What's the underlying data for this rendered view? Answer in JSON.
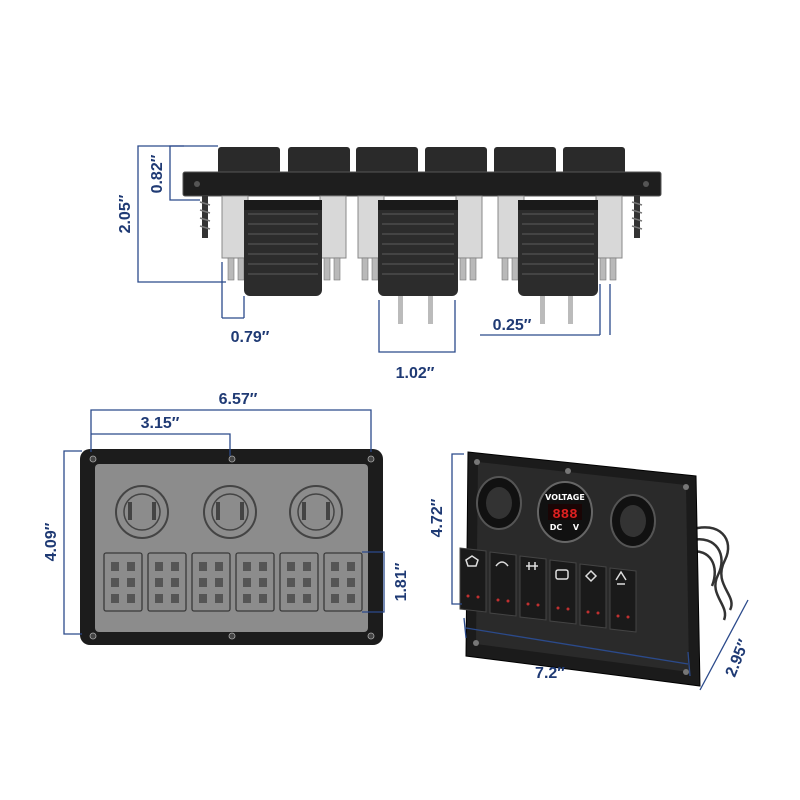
{
  "colors": {
    "dimension": "#1f3a74",
    "panel_dark": "#1a1a1a",
    "panel_face": "#8c8c8c",
    "voltmeter_digits": "#e02020"
  },
  "top_view": {
    "height_overall": "2.05″",
    "switch_height": "0.82″",
    "socket_offset": "0.79″",
    "socket_width": "1.02″",
    "terminal_depth": "0.25″"
  },
  "front_view": {
    "width": "6.57″",
    "half_width": "3.15″",
    "height": "4.09″",
    "switch_height": "1.81″"
  },
  "perspective_view": {
    "height": "4.72″",
    "width": "7.2″",
    "depth": "2.95″",
    "voltmeter": {
      "label": "VOLTAGE",
      "reading": "888",
      "sub_dc": "DC",
      "sub_v": "V"
    }
  }
}
